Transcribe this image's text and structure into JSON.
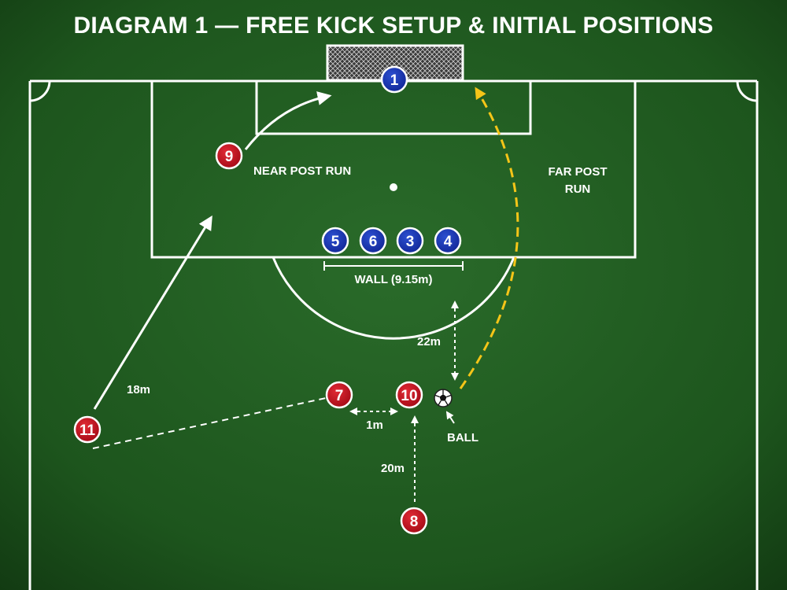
{
  "title": "DIAGRAM 1 — FREE KICK SETUP & INITIAL POSITIONS",
  "colors": {
    "grass": "#1f5a1f",
    "line": "#ffffff",
    "attacker": "#c0101e",
    "defender": "#1730a8",
    "curl_path": "#f5c518"
  },
  "players": {
    "goalkeeper": "1",
    "wall": [
      "5",
      "6",
      "3",
      "4"
    ],
    "attackers": {
      "p9": "9",
      "p7": "7",
      "p10": "10",
      "p11": "11",
      "p8": "8"
    }
  },
  "labels": {
    "near_post_run": "NEAR POST RUN",
    "far_post_run_line1": "FAR POST",
    "far_post_run_line2": "RUN",
    "wall": "WALL (9.15m)",
    "distance_22m": "22m",
    "distance_18m": "18m",
    "distance_1m": "1m",
    "distance_20m": "20m",
    "ball": "BALL"
  },
  "icons": {
    "ball": "soccer-ball-icon",
    "goal": "goal-net-icon"
  }
}
